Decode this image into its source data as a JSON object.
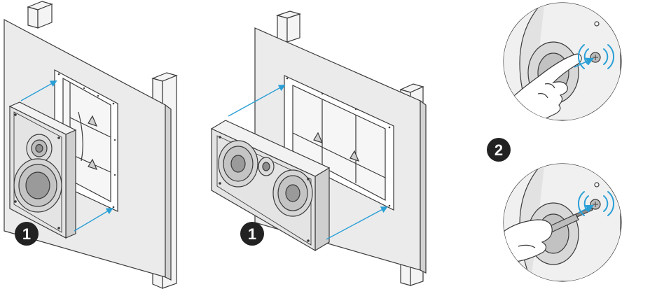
{
  "steps": {
    "step_one_left": "1",
    "step_one_center": "1",
    "step_two": "2"
  },
  "colors": {
    "wall": "#ebebeb",
    "wall_edge": "#c9c9c9",
    "stroke": "#3a3a3a",
    "speaker_face": "#e4e4e4",
    "arrow": "#2a9fd6",
    "badge": "#222222"
  },
  "icons": [
    "arrow-icon",
    "sound-wave-icon",
    "screw-icon",
    "hand-icon",
    "screwdriver-icon"
  ]
}
